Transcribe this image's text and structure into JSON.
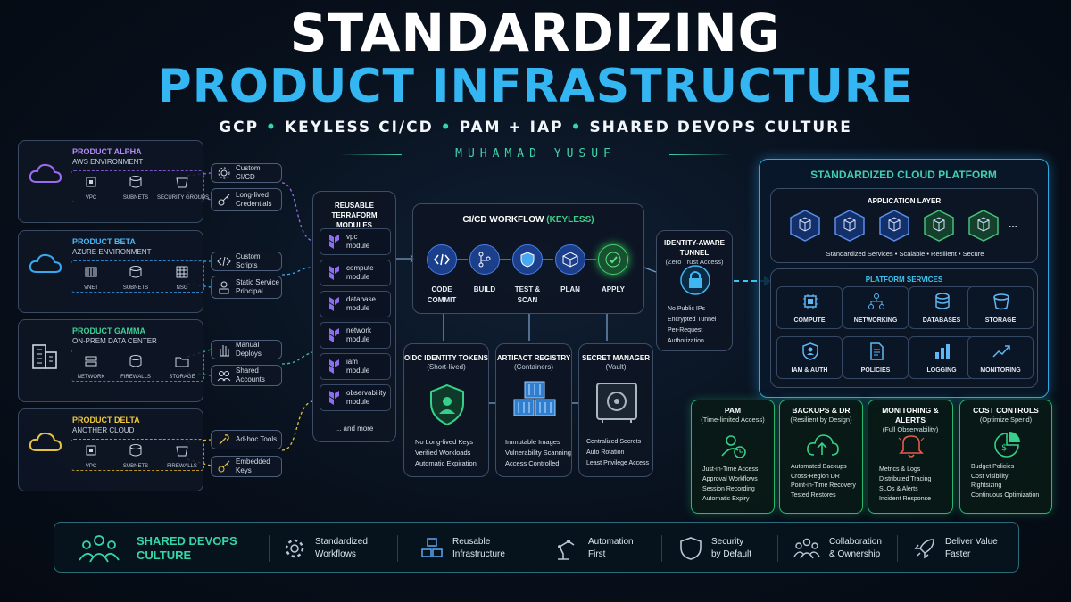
{
  "title_line1": "STANDARDIZING",
  "title_line2": "PRODUCT INFRASTRUCTURE",
  "subtitle": [
    "GCP",
    "KEYLESS CI/CD",
    "PAM + IAP",
    "SHARED DEVOPS CULTURE"
  ],
  "author": "MUHAMAD YUSUF",
  "products": [
    {
      "name": "PRODUCT ALPHA",
      "env": "AWS ENVIRONMENT",
      "color": "#9b6cf0",
      "items": [
        "VPC",
        "SUBNETS",
        "SECURITY GROUPS"
      ],
      "tags": [
        "Custom CI/CD",
        "Long-lived Credentials"
      ]
    },
    {
      "name": "PRODUCT BETA",
      "env": "AZURE ENVIRONMENT",
      "color": "#38a8f0",
      "items": [
        "VNET",
        "SUBNETS",
        "NSG"
      ],
      "tags": [
        "Custom Scripts",
        "Static Service Principal"
      ]
    },
    {
      "name": "PRODUCT GAMMA",
      "env": "ON-PREM DATA CENTER",
      "color": "#36c58a",
      "items": [
        "NETWORK",
        "FIREWALLS",
        "STORAGE"
      ],
      "tags": [
        "Manual Deploys",
        "Shared Accounts"
      ]
    },
    {
      "name": "PRODUCT DELTA",
      "env": "ANOTHER CLOUD",
      "color": "#e8c23a",
      "items": [
        "VPC",
        "SUBNETS",
        "FIREWALLS"
      ],
      "tags": [
        "Ad-hoc Tools",
        "Embedded Keys"
      ]
    }
  ],
  "terraform": {
    "title": "REUSABLE TERRAFORM MODULES",
    "modules": [
      {
        "name": "vpc",
        "suffix": "module"
      },
      {
        "name": "compute",
        "suffix": "module"
      },
      {
        "name": "database",
        "suffix": "module"
      },
      {
        "name": "network",
        "suffix": "module"
      },
      {
        "name": "iam",
        "suffix": "module"
      },
      {
        "name": "observability",
        "suffix": "module"
      }
    ],
    "more": "... and more"
  },
  "cicd": {
    "title": "CI/CD WORKFLOW",
    "title_accent": "(KEYLESS)",
    "steps": [
      {
        "label": "CODE COMMIT",
        "icon": "code-icon"
      },
      {
        "label": "BUILD",
        "icon": "branch-icon"
      },
      {
        "label": "TEST & SCAN",
        "icon": "shield-icon"
      },
      {
        "label": "PLAN",
        "icon": "cube-icon"
      },
      {
        "label": "APPLY",
        "icon": "check-icon"
      }
    ]
  },
  "oidc": {
    "title": "OIDC IDENTITY TOKENS",
    "subtitle": "(Short-lived)",
    "bullets": [
      "No Long-lived Keys",
      "Verified Workloads",
      "Automatic Expiration"
    ]
  },
  "registry": {
    "title": "ARTIFACT REGISTRY",
    "subtitle": "(Containers)",
    "bullets": [
      "Immutable Images",
      "Vulnerability Scanning",
      "Access Controlled"
    ]
  },
  "secrets": {
    "title": "SECRET MANAGER",
    "subtitle": "(Vault)",
    "bullets": [
      "Centralized Secrets",
      "Auto Rotation",
      "Least Privilege Access"
    ]
  },
  "iap": {
    "title": "IDENTITY-AWARE TUNNEL",
    "subtitle": "(Zero Trust Access)",
    "bullets": [
      "No Public IPs",
      "Encrypted Tunnel",
      "Per-Request Authorization"
    ]
  },
  "platform": {
    "title": "STANDARDIZED CLOUD PLATFORM",
    "app_layer": {
      "title": "APPLICATION LAYER",
      "more": "...",
      "traits": [
        "Standardized Services",
        "Scalable",
        "Resilient",
        "Secure"
      ]
    },
    "services_title": "PLATFORM SERVICES",
    "services": [
      "COMPUTE",
      "NETWORKING",
      "DATABASES",
      "STORAGE",
      "IAM & AUTH",
      "POLICIES",
      "LOGGING",
      "MONITORING"
    ]
  },
  "pillars": [
    {
      "title": "PAM",
      "subtitle": "(Time-limited Access)",
      "bullets": [
        "Just-in-Time Access",
        "Approval Workflows",
        "Session Recording",
        "Automatic Expiry"
      ]
    },
    {
      "title": "BACKUPS & DR",
      "subtitle": "(Resilient by Design)",
      "bullets": [
        "Automated Backups",
        "Cross-Region DR",
        "Point-in-Time Recovery",
        "Tested Restores"
      ]
    },
    {
      "title": "MONITORING & ALERTS",
      "subtitle": "(Full Observability)",
      "bullets": [
        "Metrics & Logs",
        "Distributed Tracing",
        "SLOs & Alerts",
        "Incident Response"
      ]
    },
    {
      "title": "COST CONTROLS",
      "subtitle": "(Optimize Spend)",
      "bullets": [
        "Budget Policies",
        "Cost Visibility",
        "Rightsizing",
        "Continuous Optimization"
      ]
    }
  ],
  "footer": {
    "title_line1": "SHARED DEVOPS",
    "title_line2": "CULTURE",
    "items": [
      {
        "line1": "Standardized",
        "line2": "Workflows"
      },
      {
        "line1": "Reusable",
        "line2": "Infrastructure"
      },
      {
        "line1": "Automation",
        "line2": "First"
      },
      {
        "line1": "Security",
        "line2": "by Default"
      },
      {
        "line1": "Collaboration",
        "line2": "& Ownership"
      },
      {
        "line1": "Deliver Value",
        "line2": "Faster"
      }
    ]
  },
  "colors": {
    "accent_blue": "#33b6f2",
    "accent_green": "#37d6a8",
    "pillar_green": "#29b86e"
  }
}
